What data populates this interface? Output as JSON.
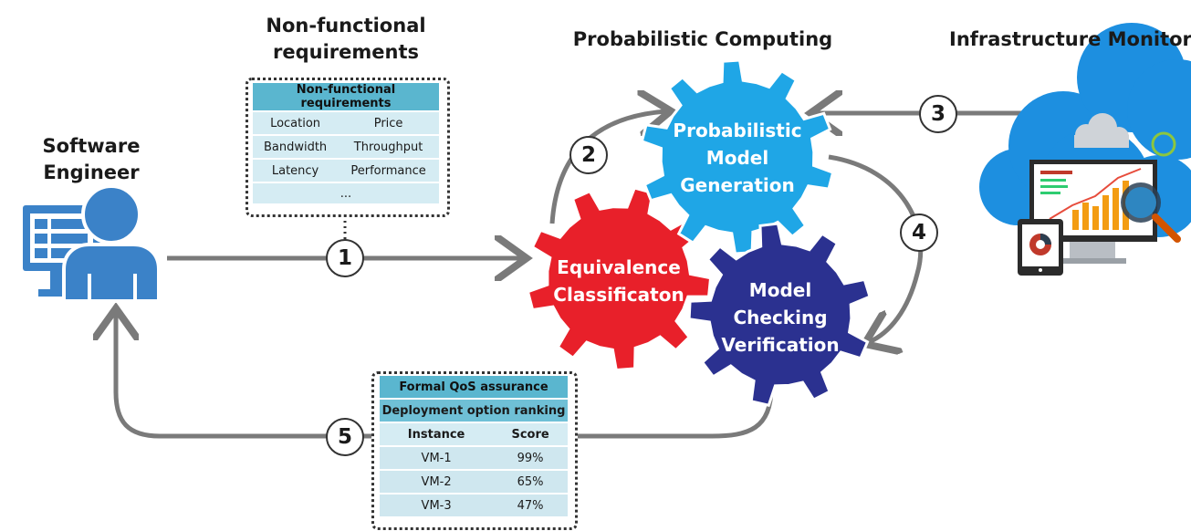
{
  "titles": {
    "nfr": "Non-functional\nrequirements",
    "prob": "Probabilistic Computing",
    "infra": "Infrastructure Monitoring",
    "engineer": "Software\nEngineer"
  },
  "nfr_table": {
    "header": "Non-functional requirements",
    "rows": [
      [
        "Location",
        "Price"
      ],
      [
        "Bandwidth",
        "Throughput"
      ],
      [
        "Latency",
        "Performance"
      ],
      [
        "...",
        ""
      ]
    ]
  },
  "gears": {
    "equivalence": "Equivalence\nClassificaton",
    "generation": "Probabilistic\nModel\nGeneration",
    "checking": "Model\nChecking\nVerification"
  },
  "steps": [
    "1",
    "2",
    "3",
    "4",
    "5"
  ],
  "result_table": {
    "header": "Formal QoS assurance",
    "subheader": "Deployment option ranking",
    "columns": [
      "Instance",
      "Score"
    ],
    "rows": [
      [
        "VM-1",
        "99%"
      ],
      [
        "VM-2",
        "65%"
      ],
      [
        "VM-3",
        "47%"
      ]
    ]
  },
  "colors": {
    "red_gear": "#e8202a",
    "blue_gear": "#1fa6e6",
    "navy_gear": "#2b3190",
    "arrow": "#7a7a7a",
    "table_header": "#5ab6cf",
    "engineer_icon": "#3b82c8"
  }
}
